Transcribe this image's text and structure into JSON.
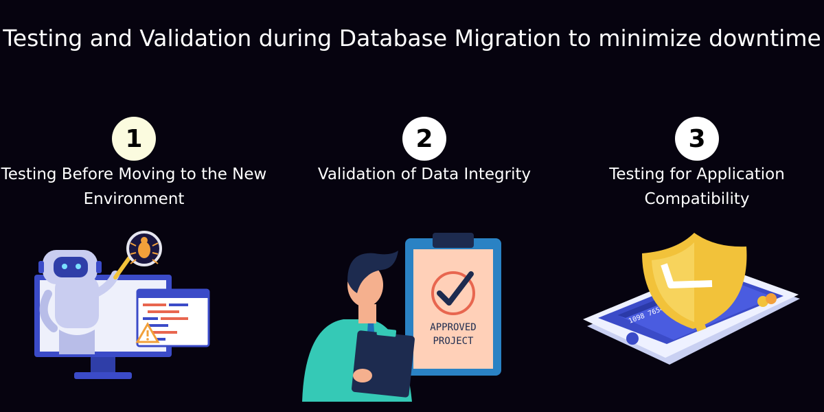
{
  "title": "Testing and Validation during Database Migration to minimize downtime",
  "steps": [
    {
      "number": "1",
      "label": "Testing Before Moving to the New Environment"
    },
    {
      "number": "2",
      "label": "Validation of Data Integrity"
    },
    {
      "number": "3",
      "label": "Testing for Application Compatibility"
    }
  ],
  "illustrations": {
    "clipboard_text_line1": "APPROVED",
    "clipboard_text_line2": "PROJECT",
    "card_number": "1098 7654 3210"
  },
  "colors": {
    "background": "#06030f",
    "badge_1": "#fbfbdf",
    "badge_other": "#ffffff",
    "accent_blue": "#3b4bc8",
    "accent_yellow": "#f2c23a",
    "accent_teal": "#35c9b6"
  }
}
